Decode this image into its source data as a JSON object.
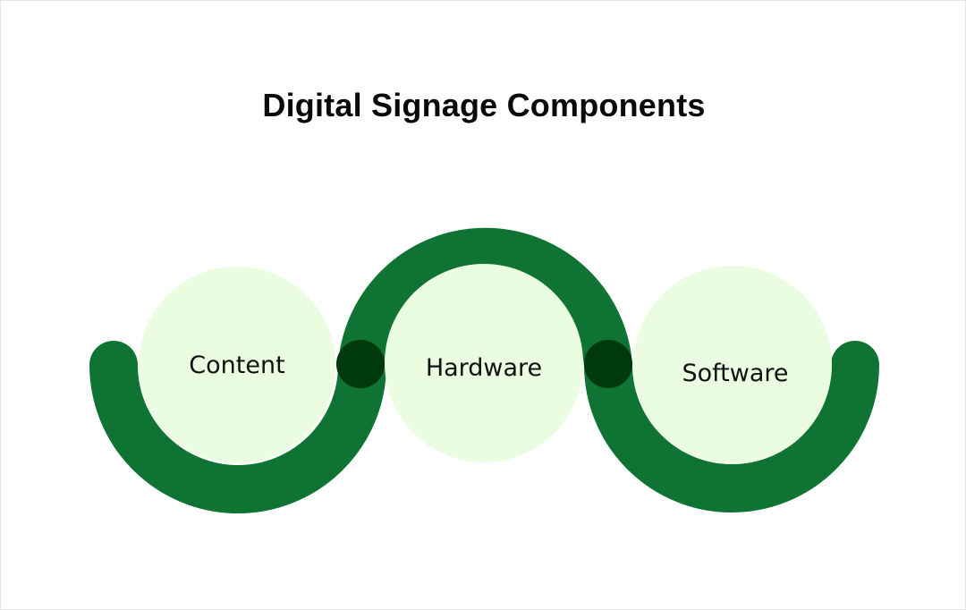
{
  "title": "Digital Signage Components",
  "components": [
    {
      "label": "Content"
    },
    {
      "label": "Hardware"
    },
    {
      "label": "Software"
    }
  ],
  "colors": {
    "band": "#0e7333",
    "joint": "#003a0c",
    "circle_fill": "#eafde1",
    "background": "#ffffff",
    "text": "#111111"
  }
}
